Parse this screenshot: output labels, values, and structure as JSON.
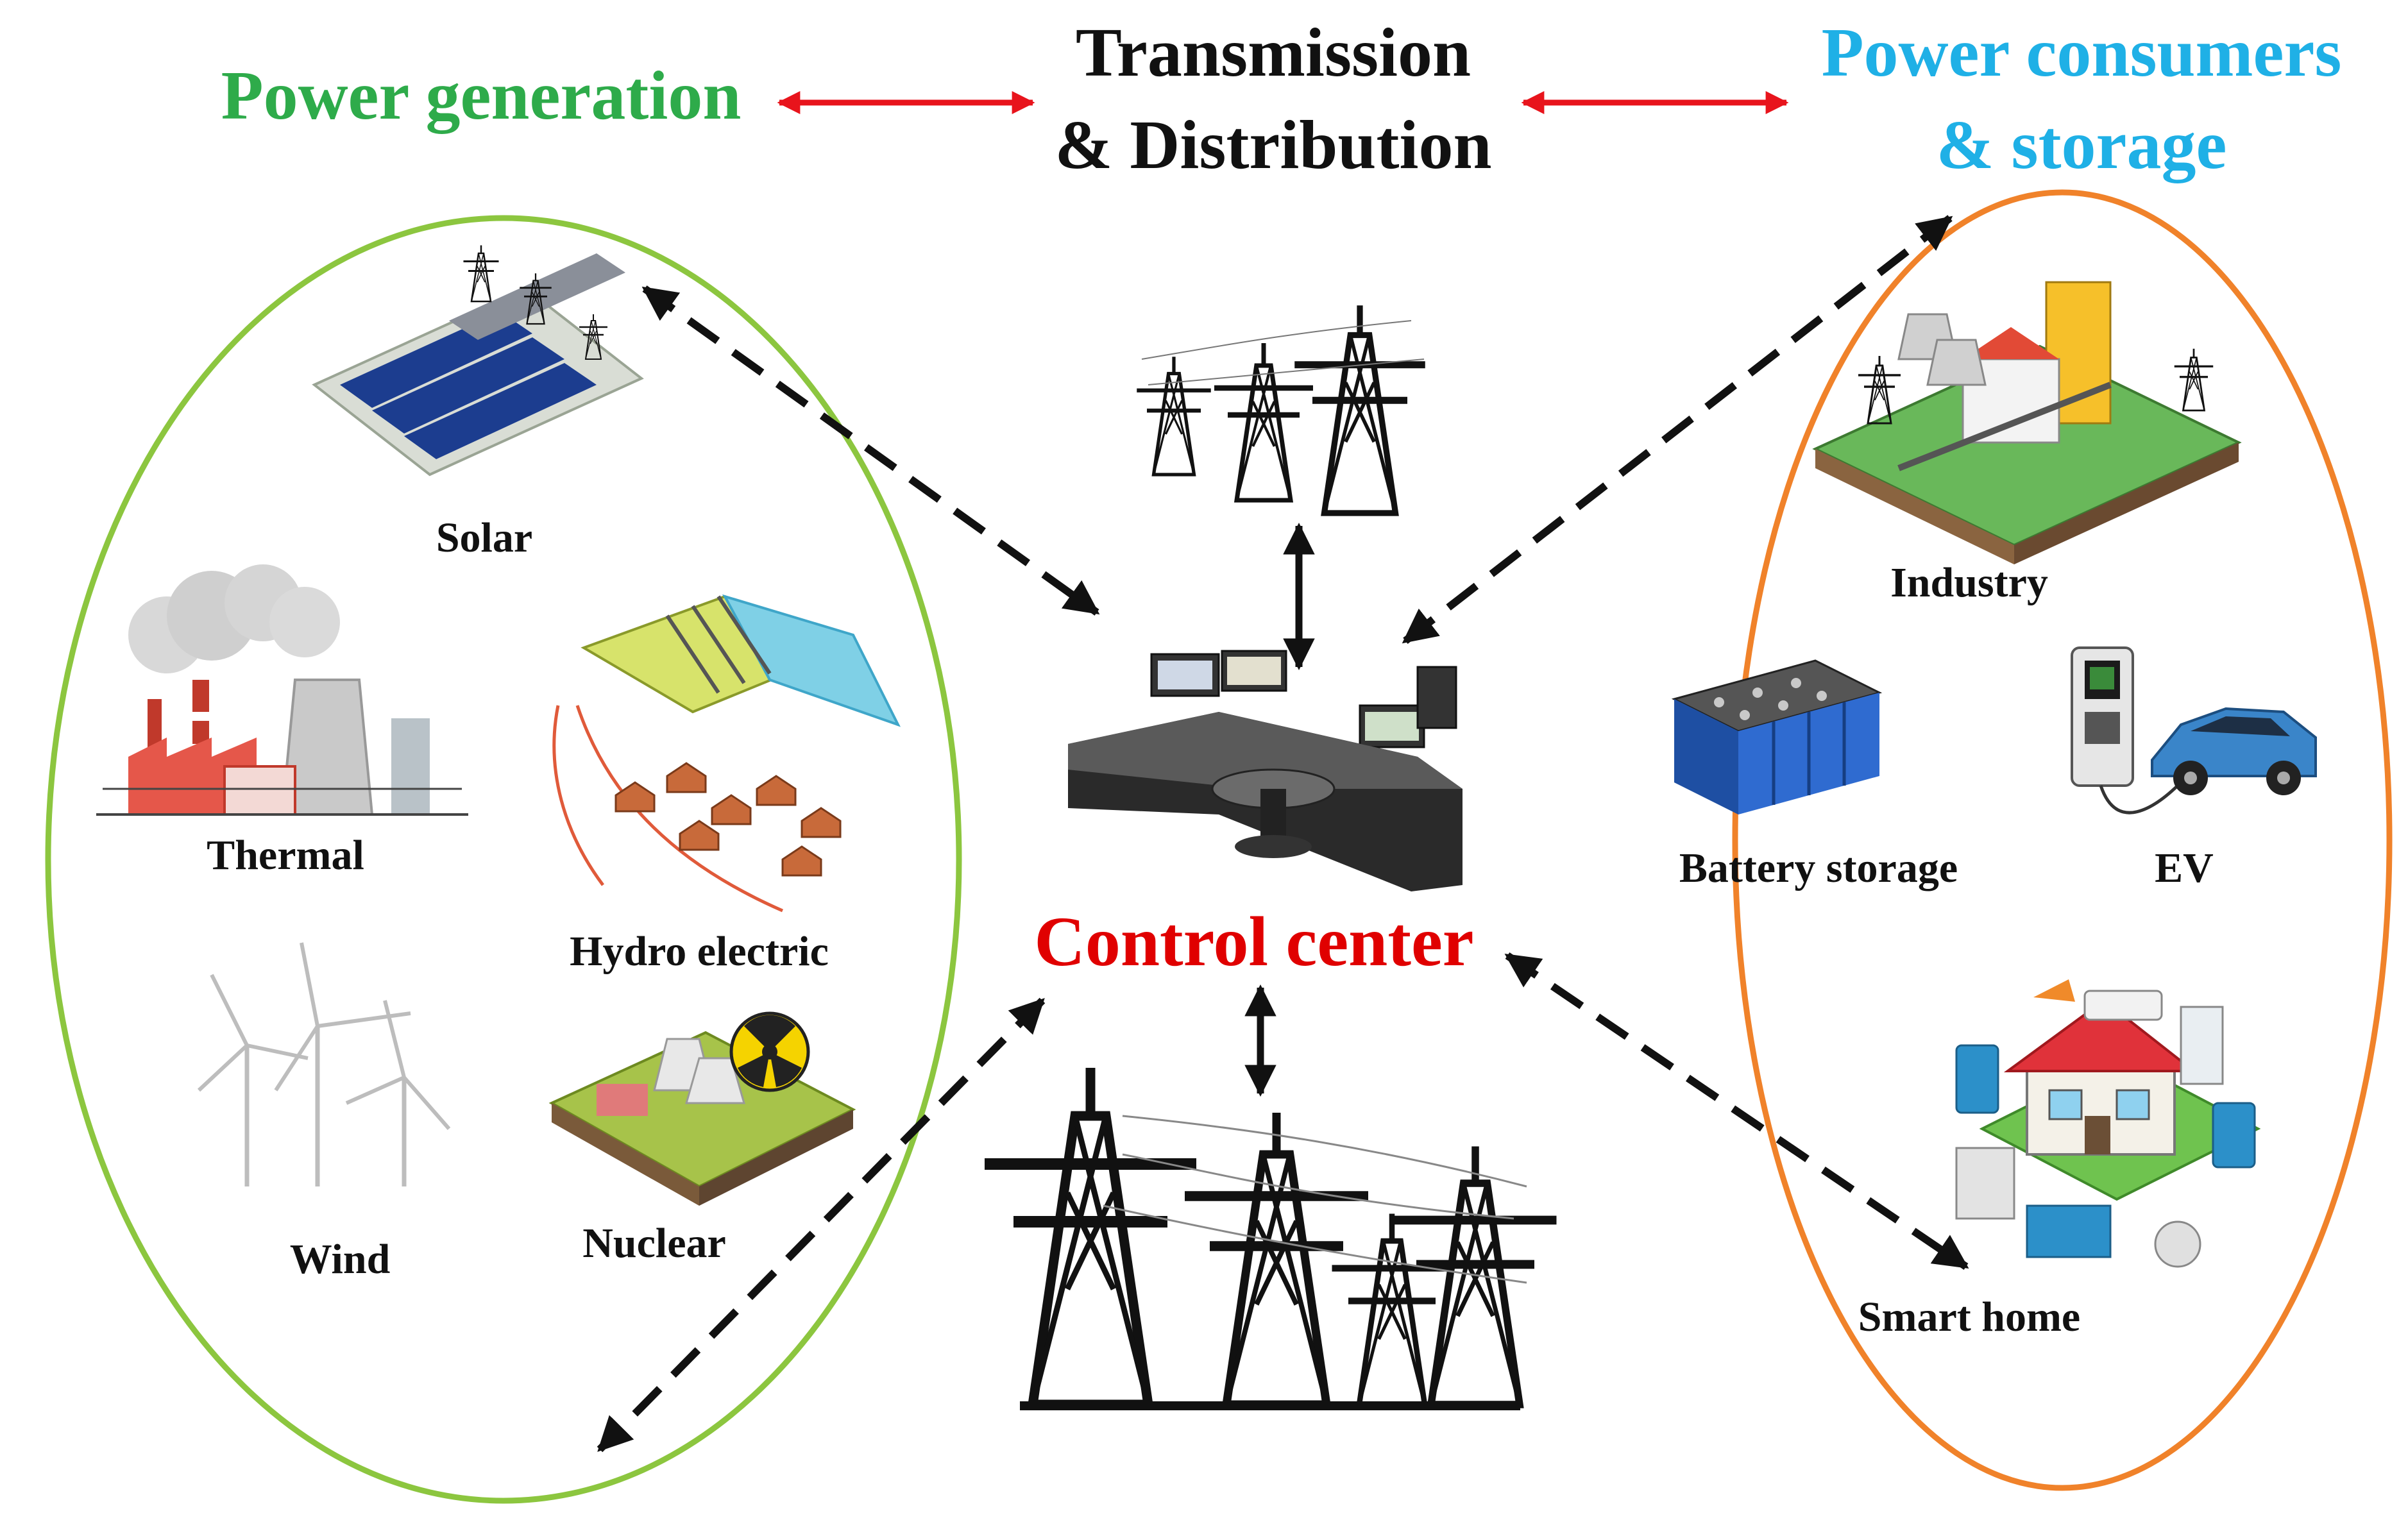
{
  "header": {
    "generation": "Power generation",
    "td_line1": "Transmission",
    "td_line2": "& Distribution",
    "consumers_line1": "Power consumers",
    "consumers_line2": "& storage"
  },
  "generation": {
    "solar": "Solar",
    "thermal": "Thermal",
    "hydro": "Hydro electric",
    "wind": "Wind",
    "nuclear": "Nuclear"
  },
  "consumers": {
    "industry": "Industry",
    "battery": "Battery storage",
    "ev": "EV",
    "smart_home": "Smart home"
  },
  "center": {
    "label": "Control center"
  },
  "colors": {
    "generation": "#2eab4a",
    "consumers": "#1fb0e6",
    "control": "#e00000",
    "arrow_red": "#e8141c",
    "green_ellipse": "#8cc63f",
    "orange_ellipse": "#f0822a",
    "black": "#111111"
  }
}
